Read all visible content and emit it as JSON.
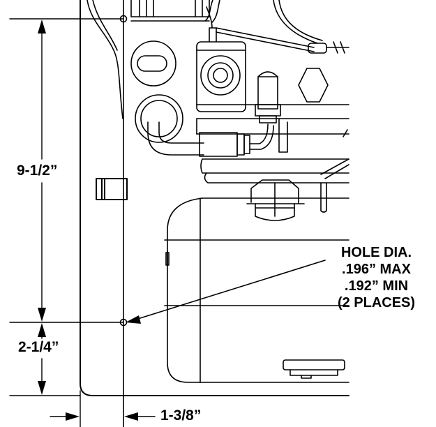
{
  "dimensions": {
    "vertical_upper": "9-1/2”",
    "vertical_lower": "2-1/4”",
    "horizontal": "1-3/8”"
  },
  "callout": {
    "lines": [
      "HOLE DIA.",
      ".196” MAX",
      ".192” MIN",
      "(2 PLACES)"
    ]
  }
}
